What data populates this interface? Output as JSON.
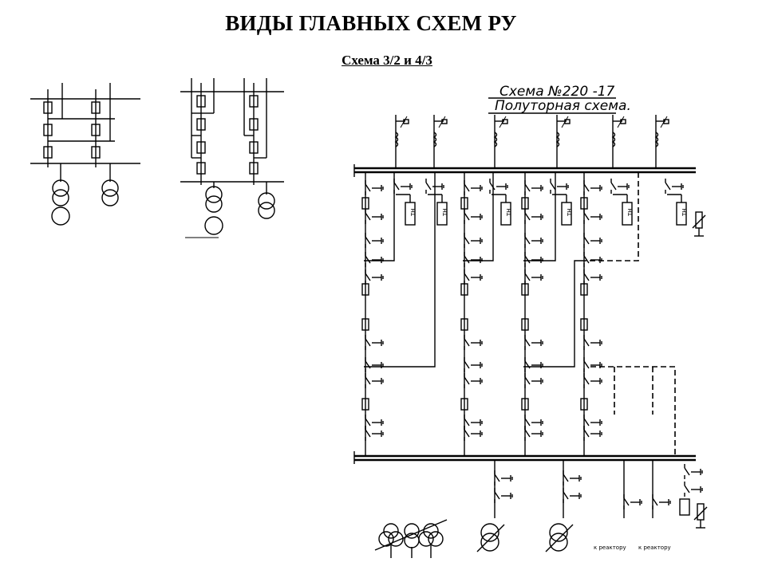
{
  "header": {
    "title": "ВИДЫ ГЛАВНЫХ СХЕМ РУ",
    "subtitle": "Схема 3/2 и 4/3"
  },
  "schematic": {
    "label_number": "Схема  №220 -17",
    "label_name": "Полуторная схема.",
    "tn_label": "ТН",
    "reactor_label_1": "к реактору",
    "reactor_label_2": "к реактору"
  },
  "colors": {
    "ink": "#000000",
    "background": "#ffffff"
  }
}
